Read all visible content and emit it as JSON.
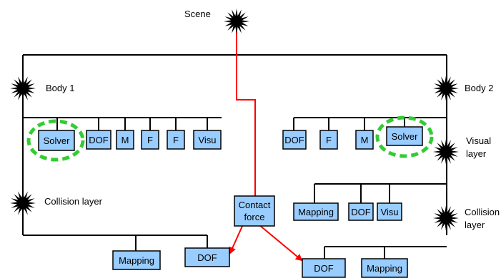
{
  "colors": {
    "tree_line": "#000000",
    "box_fill": "#99ccff",
    "box_stroke": "#000000",
    "contact_arrow": "#ff0000",
    "solver_highlight": "#33cc33",
    "star": "#000000"
  },
  "nodes": {
    "scene": "Scene",
    "body1": "Body 1",
    "body2": "Body 2",
    "collision_left": "Collision layer",
    "visual_right_1": "Visual",
    "visual_right_2": "layer",
    "collision_right_1": "Collision",
    "collision_right_2": "layer"
  },
  "boxes": {
    "b1_solver": "Solver",
    "b1_dof": "DOF",
    "b1_m": "M",
    "b1_f1": "F",
    "b1_f2": "F",
    "b1_visu": "Visu",
    "b2_dof": "DOF",
    "b2_f": "F",
    "b2_m": "M",
    "b2_solver": "Solver",
    "vis_mapping": "Mapping",
    "vis_dof": "DOF",
    "vis_visu": "Visu",
    "contact_1": "Contact",
    "contact_2": "force",
    "colL_mapping": "Mapping",
    "colL_dof": "DOF",
    "colR_dof": "DOF",
    "colR_mapping": "Mapping"
  }
}
